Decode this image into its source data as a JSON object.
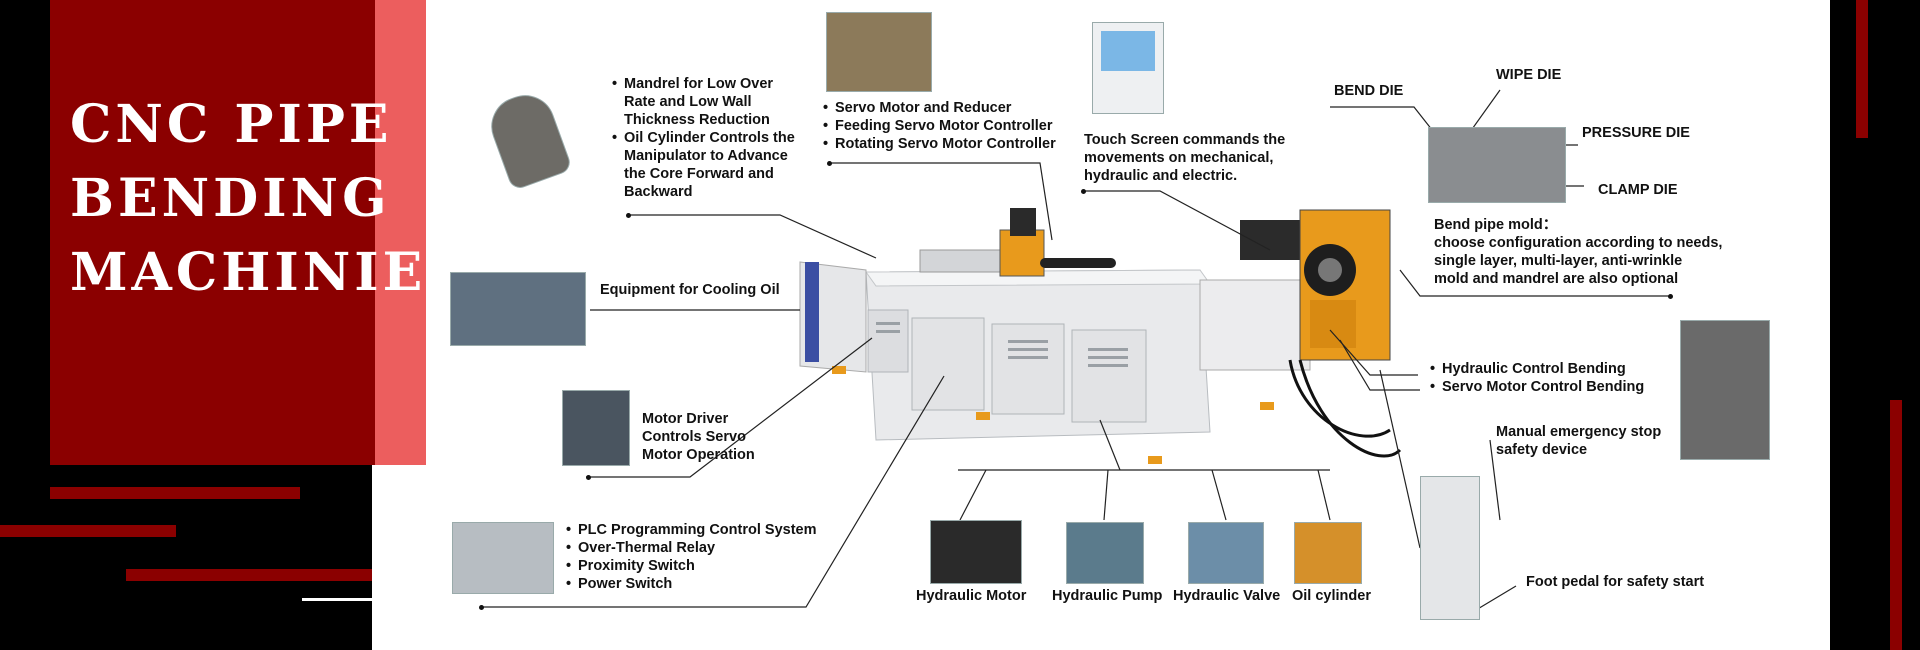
{
  "title": {
    "line1": "CNC PIPE",
    "line2": "BENDING",
    "line3": "MACHINIE"
  },
  "labels": {
    "mandrel": [
      "Mandrel for Low Over",
      "Rate and  Low Wall",
      "Thickness Reduction"
    ],
    "oil_cylinder": [
      "Oil Cylinder Controls the",
      "Manipulator to Advance",
      "the Core Forward and",
      "Backward"
    ],
    "servo": [
      "Servo Motor and Reducer",
      "Feeding Servo Motor Controller",
      "Rotating Servo Motor Controller"
    ],
    "touch": [
      "Touch Screen commands the",
      "movements on mechanical,",
      "hydraulic and electric."
    ],
    "bend_die": "BEND DIE",
    "wipe_die": "WIPE DIE",
    "pressure_die": "PRESSURE DIE",
    "clamp_die": "CLAMP DIE",
    "bend_mold": [
      "Bend pipe mold：",
      "choose configuration according to needs,",
      "single layer, multi-layer, anti-wrinkle",
      "mold and mandrel are also optional"
    ],
    "cooling": "Equipment for Cooling Oil",
    "motor_driver": [
      "Motor Driver",
      "Controls Servo",
      "Motor Operation"
    ],
    "hydraulic_bending": [
      "Hydraulic Control Bending",
      "Servo Motor Control Bending"
    ],
    "emergency": [
      "Manual emergency stop",
      "safety device"
    ],
    "plc": [
      "PLC Programming Control System",
      "Over-Thermal Relay",
      "Proximity Switch",
      "Power Switch"
    ],
    "hydraulic_motor": "Hydraulic Motor",
    "hydraulic_pump": "Hydraulic Pump",
    "hydraulic_valve": "Hydraulic Valve",
    "oil_cylinder_part": "Oil cylinder",
    "foot_pedal": "Foot pedal for safety start"
  },
  "colors": {
    "brand_red": "#8b0000",
    "accent": "#ec5e5e",
    "machine_orange": "#e89a1c"
  }
}
